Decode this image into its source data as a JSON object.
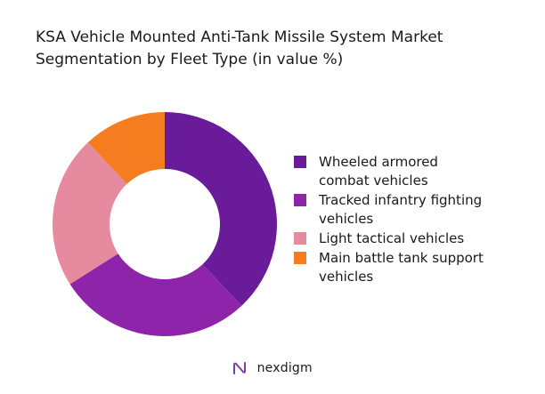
{
  "title_lines": [
    "KSA Vehicle Mounted Anti-Tank Missile System Market",
    "Segmentation by Fleet Type (in value %)"
  ],
  "chart_data": {
    "type": "pie",
    "title": "KSA Vehicle Mounted Anti-Tank Missile System Market Segmentation by Fleet Type (in value %)",
    "labels": [
      "Wheeled armored combat vehicles",
      "Tracked infantry fighting vehicles",
      "Light tactical vehicles",
      "Main battle tank support vehicles"
    ],
    "values": [
      38,
      28,
      22,
      12
    ],
    "colors": [
      "#6a1b9a",
      "#8e24aa",
      "#e68aa0",
      "#f57c1f"
    ],
    "donut": true,
    "legend_position": "right",
    "start_angle_deg": 0,
    "direction": "clockwise"
  },
  "legend": {
    "lines": [
      [
        "Wheeled armored",
        "combat vehicles"
      ],
      [
        "Tracked infantry fighting",
        "vehicles"
      ],
      [
        "Light tactical vehicles"
      ],
      [
        "Main battle tank support",
        "vehicles"
      ]
    ]
  },
  "logo": {
    "text": "nexdigm",
    "icon": "nexdigm-logo-icon",
    "color": "#7b3fa0"
  }
}
